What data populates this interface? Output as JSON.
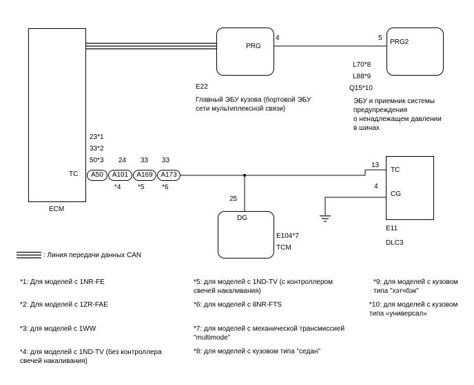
{
  "components": {
    "ecm": {
      "name": "ECM",
      "pin_label": "TC"
    },
    "prg": {
      "label": "PRG",
      "code": "E22",
      "description": "Главный ЭБУ кузова (бортовой ЭБУ\nсети мультиплексной связи)"
    },
    "prg2": {
      "label": "PRG2",
      "codes": [
        "L70*8",
        "L88*9",
        "Q15*10"
      ],
      "description": "ЭБУ и приемник системы\nпредупреждения\nо ненадлежащем давлении\nв шинах"
    },
    "tcm": {
      "label": "DG",
      "code": "E104*7",
      "name": "TCM"
    },
    "dlc3": {
      "pin_tc": "TC",
      "pin_cg": "CG",
      "code": "E11",
      "name": "DLC3"
    }
  },
  "pins": {
    "prg_out": "4",
    "prg2_in": "5",
    "ecm_pins": [
      "23*1",
      "33*2",
      "50*3"
    ],
    "a101_pin": "24",
    "a169_pin": "33",
    "a173_pin": "33",
    "dg_pin": "25",
    "dlc_tc_pin": "13",
    "dlc_cg_pin": "4"
  },
  "connectors": [
    {
      "label": "A50",
      "note": ""
    },
    {
      "label": "A101",
      "note": "*4"
    },
    {
      "label": "A169",
      "note": "*5"
    },
    {
      "label": "A173",
      "note": "*6"
    }
  ],
  "legend": {
    "can_line": ": Линия передачи данных CAN"
  },
  "notes": [
    "*1: Для моделей с 1NR-FE",
    "*2: Для моделей с 1ZR-FAE",
    "*3: для моделей с 1WW",
    "*4: для моделей с 1ND-TV (без контроллера\nсвечей накаливания)",
    "*5: для моделей с 1ND-TV (с контроллером\nсвечей накаливания)",
    "*6: для моделей с 8NR-FTS",
    "*7: для моделей с механической трансмиссией\n\"multimode\"",
    "*8: для моделей с кузовом типа \"седан\"",
    "*9: для моделей с кузовом\nтипа \"хэтчбэк\"",
    "*10: для моделей с кузовом\nтипа «универсал»"
  ]
}
